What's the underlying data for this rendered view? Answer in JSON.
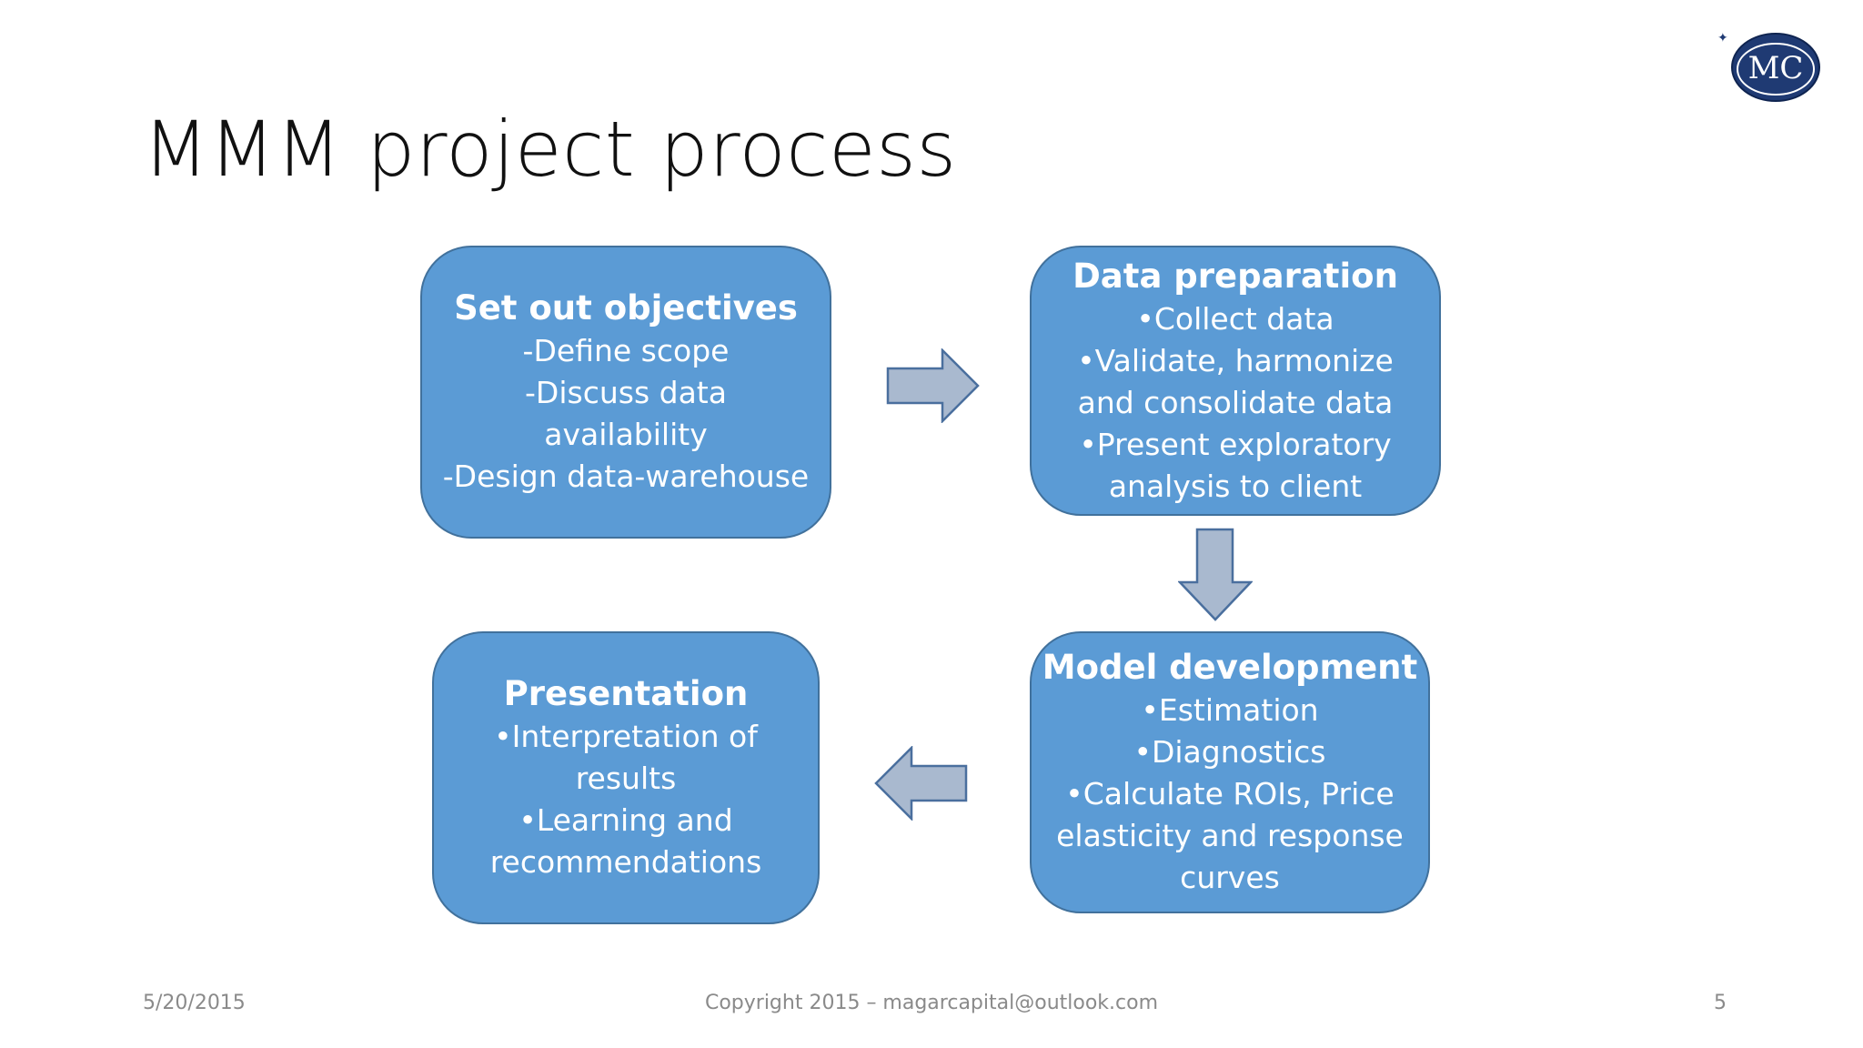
{
  "slide": {
    "title": "MMM project process",
    "logo_text": "MC"
  },
  "colors": {
    "box_fill": "#5b9bd5",
    "box_border": "#41719c",
    "arrow_fill": "#a9b9cf",
    "arrow_border": "#4a6f9e",
    "logo_navy": "#1f3a73"
  },
  "steps": [
    {
      "heading": "Set out objectives",
      "lines": [
        "-Define scope",
        "-Discuss data",
        "availability",
        "-Design data-warehouse"
      ]
    },
    {
      "heading": "Data preparation",
      "lines": [
        "•Collect data",
        "•Validate, harmonize",
        "and consolidate data",
        "•Present exploratory",
        "analysis to client"
      ]
    },
    {
      "heading": "Model development",
      "lines": [
        "•Estimation",
        "•Diagnostics",
        "•Calculate ROIs, Price",
        "elasticity and response",
        "curves"
      ]
    },
    {
      "heading": "Presentation",
      "lines": [
        "•Interpretation of",
        "results",
        "•Learning and",
        "recommendations"
      ]
    }
  ],
  "footer": {
    "date": "5/20/2015",
    "copyright": "Copyright 2015 – magarcapital@outlook.com",
    "page": "5"
  }
}
